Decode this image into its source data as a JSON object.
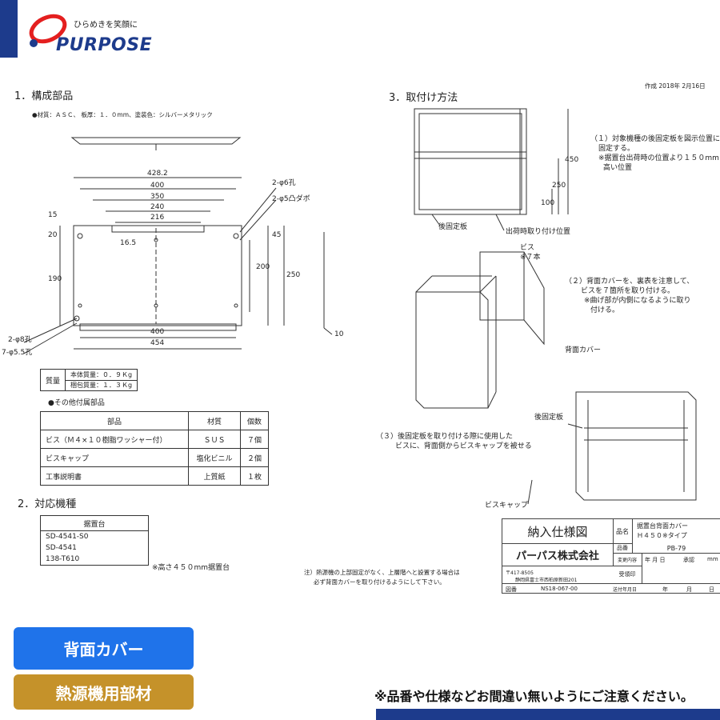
{
  "brand": {
    "tagline": "ひらめきを笑顔に",
    "name": "PURPOSE",
    "colors": {
      "primary": "#1d3b8c",
      "blue": "#1f73ea",
      "gold": "#c5922a"
    }
  },
  "sections": {
    "s1_title": "1．構成部品",
    "s1_spec": "●材質：ＡＳＣ、 板厚：１．０mm、塗装色：シルバーメタリック",
    "s2_title": "2．対応機種",
    "s3_title": "3．取付け方法",
    "date": "作成 2018年 2月16日"
  },
  "dimensions": {
    "d428": "428.2",
    "d400": "400",
    "d350": "350",
    "d240": "240",
    "d216": "216",
    "d400b": "400",
    "d454": "454",
    "d190": "190",
    "d200": "200",
    "d250": "250",
    "d45": "45",
    "d15": "15",
    "d20": "20",
    "d165": "16.5",
    "d10": "10",
    "h6": "2-φ6孔",
    "h5": "2-φ5凸ダボ",
    "h8": "2-φ8孔",
    "h55": "7-φ5.5孔",
    "h450": "450",
    "h250": "250",
    "h100": "100"
  },
  "mass": {
    "label": "質量",
    "body": "本体質量：０．９Ｋg",
    "pack": "梱包質量：１．３Ｋg"
  },
  "accessories": {
    "heading": "●その他付属部品",
    "headers": [
      "部品",
      "材質",
      "個数"
    ],
    "rows": [
      [
        "ビス（Ｍ４×１０樹脂ワッシャー付）",
        "ＳＵＳ",
        "７個"
      ],
      [
        "ビスキャップ",
        "塩化ビニル",
        "２個"
      ],
      [
        "工事説明書",
        "上質紙",
        "１枚"
      ]
    ]
  },
  "models": {
    "header": "据置台",
    "items": [
      "SD-4541-S0",
      "SD-4541",
      "138-T610"
    ],
    "note": "※高さ４５０mm据置台"
  },
  "install": {
    "step1": "（１）対象機種の後固定板を図示位置に",
    "step1b": "固定する。",
    "step1c": "※据置台出荷時の位置より１５０mm",
    "step1d": "高い位置",
    "rear_plate": "後固定板",
    "factory_pos": "出荷時取り付け位置",
    "screw": "ビス",
    "screw_qty": "※７本",
    "step2": "（２）背面カバーを、裏表を注意して、",
    "step2b": "ビスを７箇所を取り付ける。",
    "step2c": "※曲げ部が内側になるように取り",
    "step2d": "付ける。",
    "back_cover": "背面カバー",
    "step3": "（３）後固定板を取り付ける際に使用した",
    "step3b": "ビスに、背面側からビスキャップを被せる",
    "screw_cap": "ビスキャップ",
    "note": "注）熱源機の上部固定がなく、上層階へと設置する場合は",
    "note2": "必ず背面カバーを取り付けるようにして下さい。"
  },
  "titleblock": {
    "title": "納入仕様図",
    "name_label": "品名",
    "name": "据置台背面カバー",
    "name2": "Ｈ４５０※タイプ",
    "code_label": "品番",
    "code": "PB-79",
    "company": "パーパス株式会社",
    "changes": "変更内容",
    "date_label": "年 月 日",
    "approver": "承認",
    "unit": "mm",
    "address1": "〒417-8505",
    "address2": "静岡県富士市西柏原新田201",
    "receipt": "受領印",
    "drawing_no_label": "図番",
    "drawing_no": "NS18-067-00",
    "send": "送付年月日",
    "y": "年",
    "m": "月",
    "d": "日"
  },
  "badges": {
    "back_cover": "背面カバー",
    "category": "熱源機用部材"
  },
  "notice": "※品番や仕様などお間違い無いようにご注意ください。"
}
